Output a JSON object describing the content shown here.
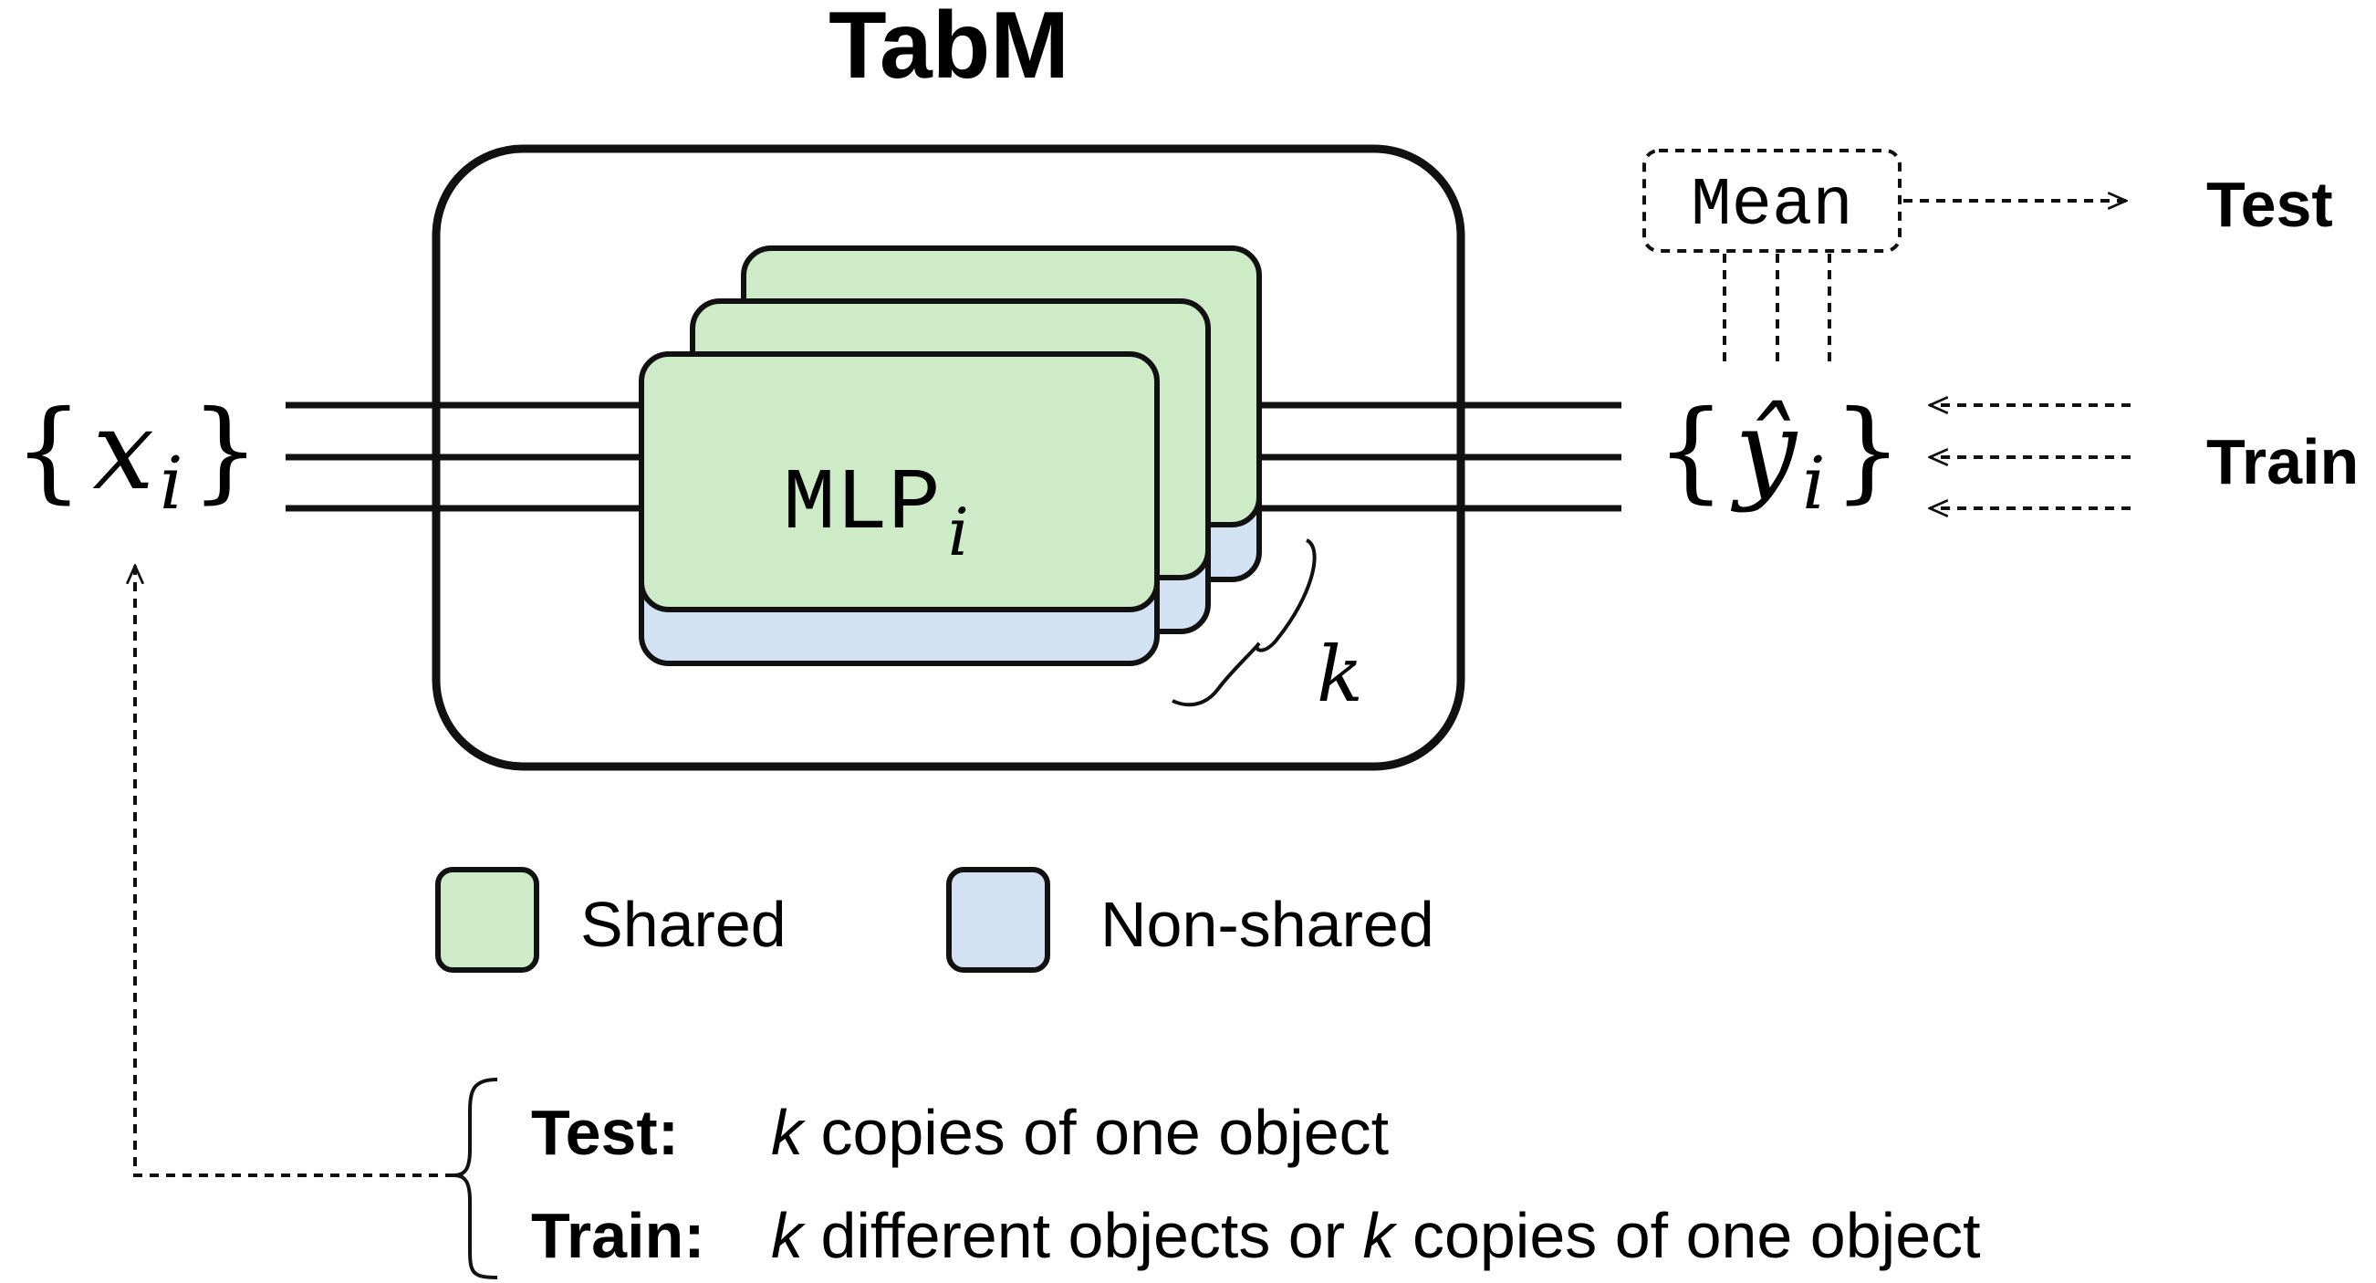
{
  "title": "TabM",
  "input_label": {
    "base": "x",
    "subscript": "i"
  },
  "output_label": {
    "base": "ŷ",
    "subscript": "i"
  },
  "block": {
    "base": "MLP",
    "subscript": "i"
  },
  "ensemble_size_label": "k",
  "mean_label": "Mean",
  "test_label": "Test",
  "train_label": "Train",
  "legend": {
    "items": [
      {
        "label": "Shared",
        "color": "#cdebc6"
      },
      {
        "label": "Non-shared",
        "color": "#d3e2f3"
      }
    ]
  },
  "notes": {
    "test": {
      "key": "Test:",
      "text_k": "k",
      "text_rest": " copies of one object"
    },
    "train": {
      "key": "Train:",
      "text_k1": "k",
      "text_mid": " different objects or ",
      "text_k2": "k",
      "text_rest": " copies of one object"
    }
  },
  "colors": {
    "shared": "#cdebc6",
    "non_shared": "#d3e2f3",
    "stroke": "#111111"
  }
}
